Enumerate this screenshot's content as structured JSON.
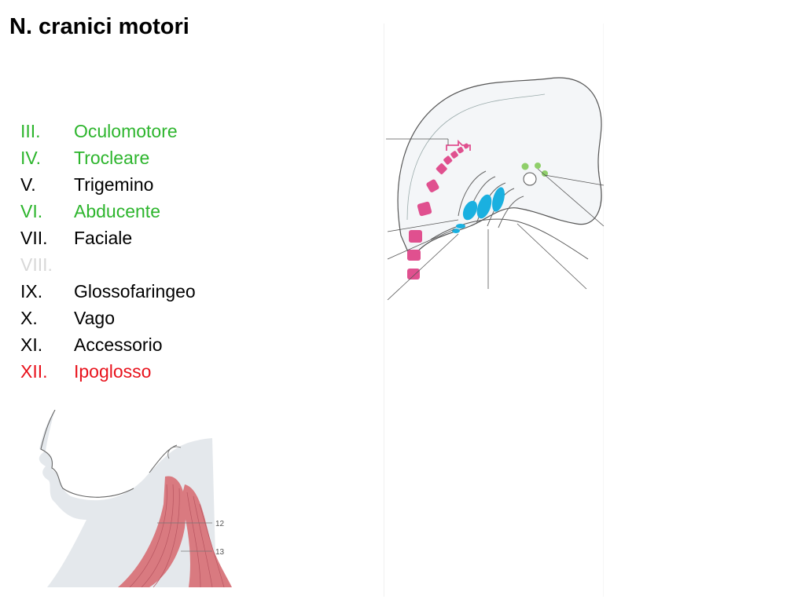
{
  "title": "N. cranici motori",
  "nerves": [
    {
      "num": "III.",
      "name": "Oculomotore",
      "color": "#2db52d"
    },
    {
      "num": "IV.",
      "name": "Trocleare",
      "color": "#2db52d"
    },
    {
      "num": "V.",
      "name": "Trigemino",
      "color": "#000000"
    },
    {
      "num": "VI.",
      "name": "Abducente",
      "color": "#2db52d"
    },
    {
      "num": "VII.",
      "name": "Faciale",
      "color": "#000000"
    },
    {
      "num": "VIII.",
      "name": "",
      "color": "#d8d8d8"
    },
    {
      "num": "IX.",
      "name": "Glossofaringeo",
      "color": "#000000"
    },
    {
      "num": "X.",
      "name": "Vago",
      "color": "#000000"
    },
    {
      "num": "XI.",
      "name": "Accessorio",
      "color": "#000000"
    },
    {
      "num": "XII.",
      "name": "Ipoglosso",
      "color": "#e8121c"
    }
  ],
  "neck_figure": {
    "label_a": "12",
    "label_b": "13"
  },
  "colors": {
    "somatic_motor": "#2db52d",
    "branchial_motor": "#000000",
    "hypoglossal": "#e8121c",
    "embryo_pink": "#e0508f",
    "embryo_cyan": "#1ab0e0",
    "muscle": "#d97a80"
  }
}
